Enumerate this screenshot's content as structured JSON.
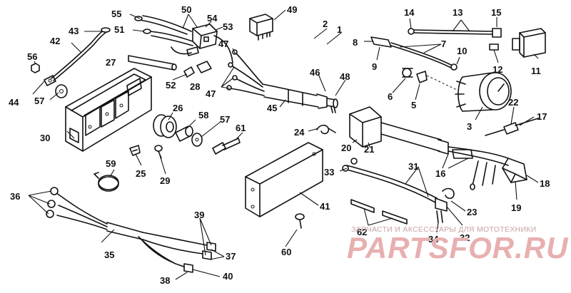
{
  "watermark": {
    "tagline": "ЗАПЧАСТИ И АКСЕССУАРЫ ДЛЯ МОТОТЕХНИКИ",
    "brand": "PARTSFOR.RU"
  },
  "callouts": {
    "c1": "1",
    "c2": "2",
    "c3": "3",
    "c5": "5",
    "c6": "6",
    "c7": "7",
    "c8": "8",
    "c9": "9",
    "c10": "10",
    "c11": "11",
    "c12": "12",
    "c13": "13",
    "c14": "14",
    "c15": "15",
    "c16": "16",
    "c17": "17",
    "c18": "18",
    "c19": "19",
    "c20": "20",
    "c21": "21",
    "c22": "22",
    "c23": "23",
    "c24": "24",
    "c25": "25",
    "c26": "26",
    "c27": "27",
    "c28": "28",
    "c29": "29",
    "c30": "30",
    "c31": "31",
    "c32": "32",
    "c33": "33",
    "c34": "34",
    "c35": "35",
    "c36": "36",
    "c37": "37",
    "c38": "38",
    "c39": "39",
    "c40": "40",
    "c41": "41",
    "c42": "42",
    "c43": "43",
    "c44": "44",
    "c45": "45",
    "c46": "46",
    "c47a": "47",
    "c47b": "47",
    "c48": "48",
    "c49": "49",
    "c50": "50",
    "c51": "51",
    "c52": "52",
    "c53": "53",
    "c54": "54",
    "c55": "55",
    "c56": "56",
    "c57a": "57",
    "c57b": "57",
    "c58": "58",
    "c59": "59",
    "c60": "60",
    "c61": "61",
    "c62": "62"
  }
}
